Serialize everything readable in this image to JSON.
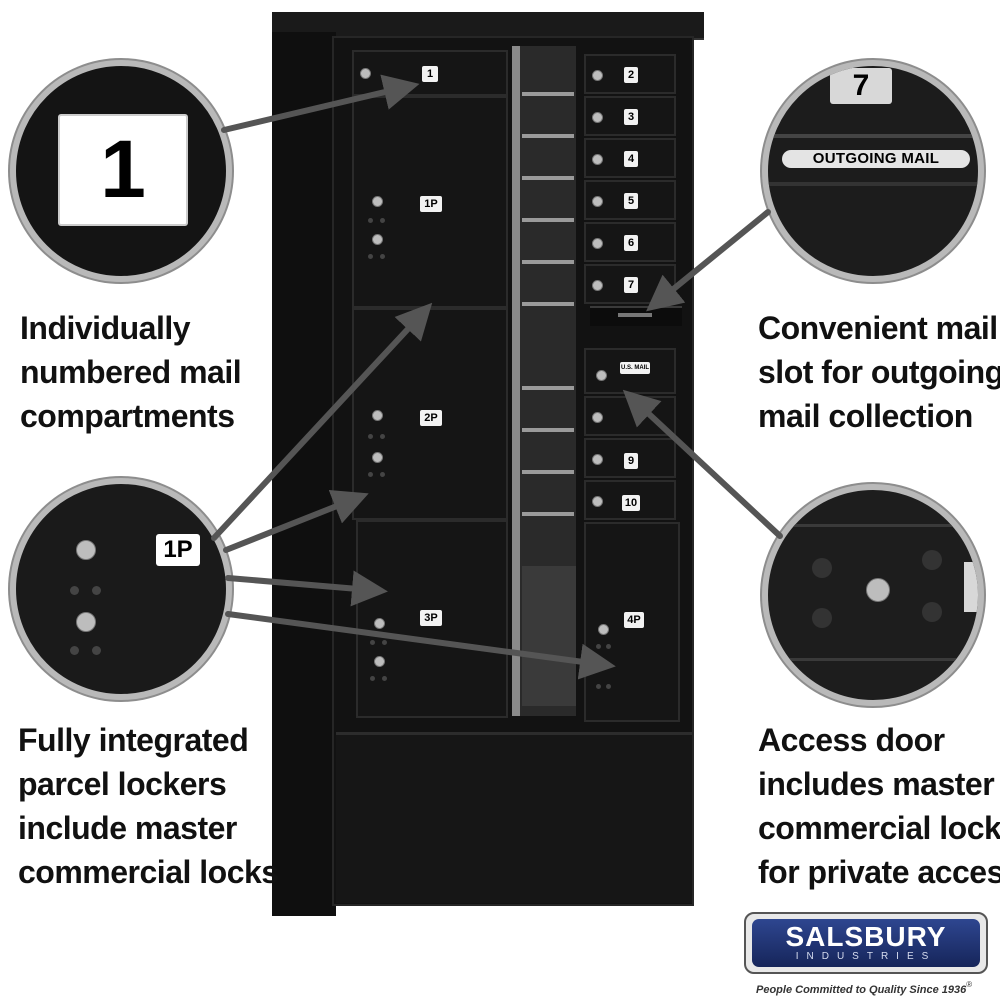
{
  "captions": {
    "top_left": [
      "Individually",
      "numbered mail",
      "compartments"
    ],
    "top_right": [
      "Convenient mail",
      "slot for outgoing",
      "mail collection"
    ],
    "bottom_left": [
      "Fully integrated",
      "parcel lockers",
      "include master",
      "commercial locks"
    ],
    "bottom_right": [
      "Access door",
      "includes master",
      "commercial lock",
      "for private access"
    ]
  },
  "callouts": {
    "numbered_tag": "1",
    "parcel_tag": "1P",
    "outgoing_tag": "7",
    "outgoing_label": "OUTGOING MAIL"
  },
  "mailbox": {
    "left_doors": [
      "1",
      "1P",
      "2P",
      "3P"
    ],
    "right_doors": [
      "2",
      "3",
      "4",
      "5",
      "6",
      "7",
      "9",
      "10"
    ],
    "parcel_right": "4P",
    "usps_label": "U.S. MAIL"
  },
  "brand": {
    "name": "SALSBURY",
    "sub": "INDUSTRIES",
    "tagline": "People Committed to Quality Since 1936",
    "reg": "®"
  },
  "colors": {
    "cabinet": "#141414",
    "logo_blue": "#1d2f6b",
    "arrow": "#555555"
  }
}
